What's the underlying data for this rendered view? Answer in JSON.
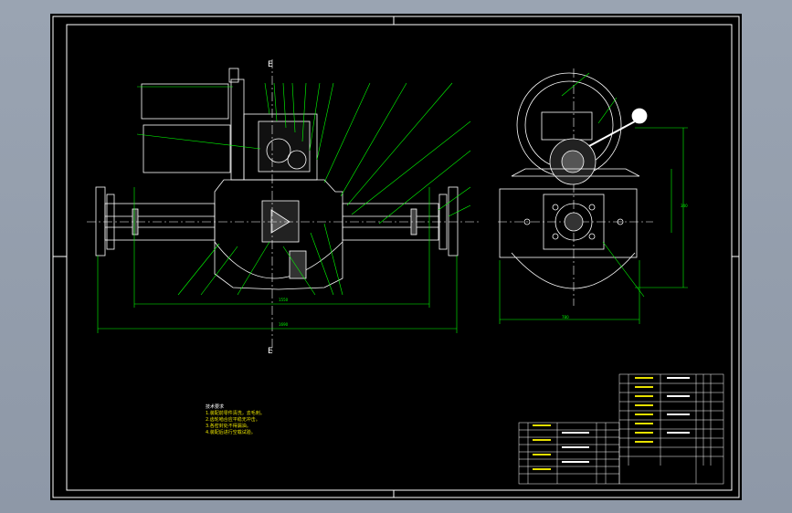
{
  "canvas": {
    "background": "#000000",
    "viewport_background": "#9aa4b2",
    "colors": {
      "outline": "#ffffff",
      "leader": "#00ff00",
      "centerline": "#ffffff",
      "text": "#ffffff",
      "note_text": "#e7e000"
    }
  },
  "drawing": {
    "section_marks": [
      "E",
      "E"
    ],
    "notes": {
      "title": "技术要求",
      "lines": [
        "1.装配前零件清洗，去毛刺。",
        "2.齿轮啮合应平稳无冲击。",
        "3.各密封处不得漏油。",
        "4.装配后进行空载试验。"
      ]
    },
    "dimension_labels": [
      "1550",
      "1690",
      "780",
      "340"
    ]
  }
}
